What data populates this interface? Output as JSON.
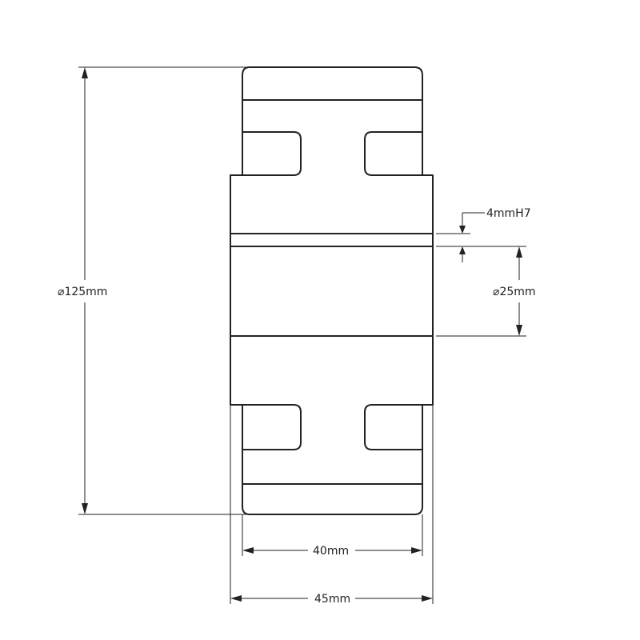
{
  "dimensions": {
    "outer_diameter": "125mm",
    "bore_diameter": "25mm",
    "tolerance": "4mmH7",
    "tread_width": "40mm",
    "hub_width": "45mm",
    "diameter_symbol": "⌀"
  }
}
